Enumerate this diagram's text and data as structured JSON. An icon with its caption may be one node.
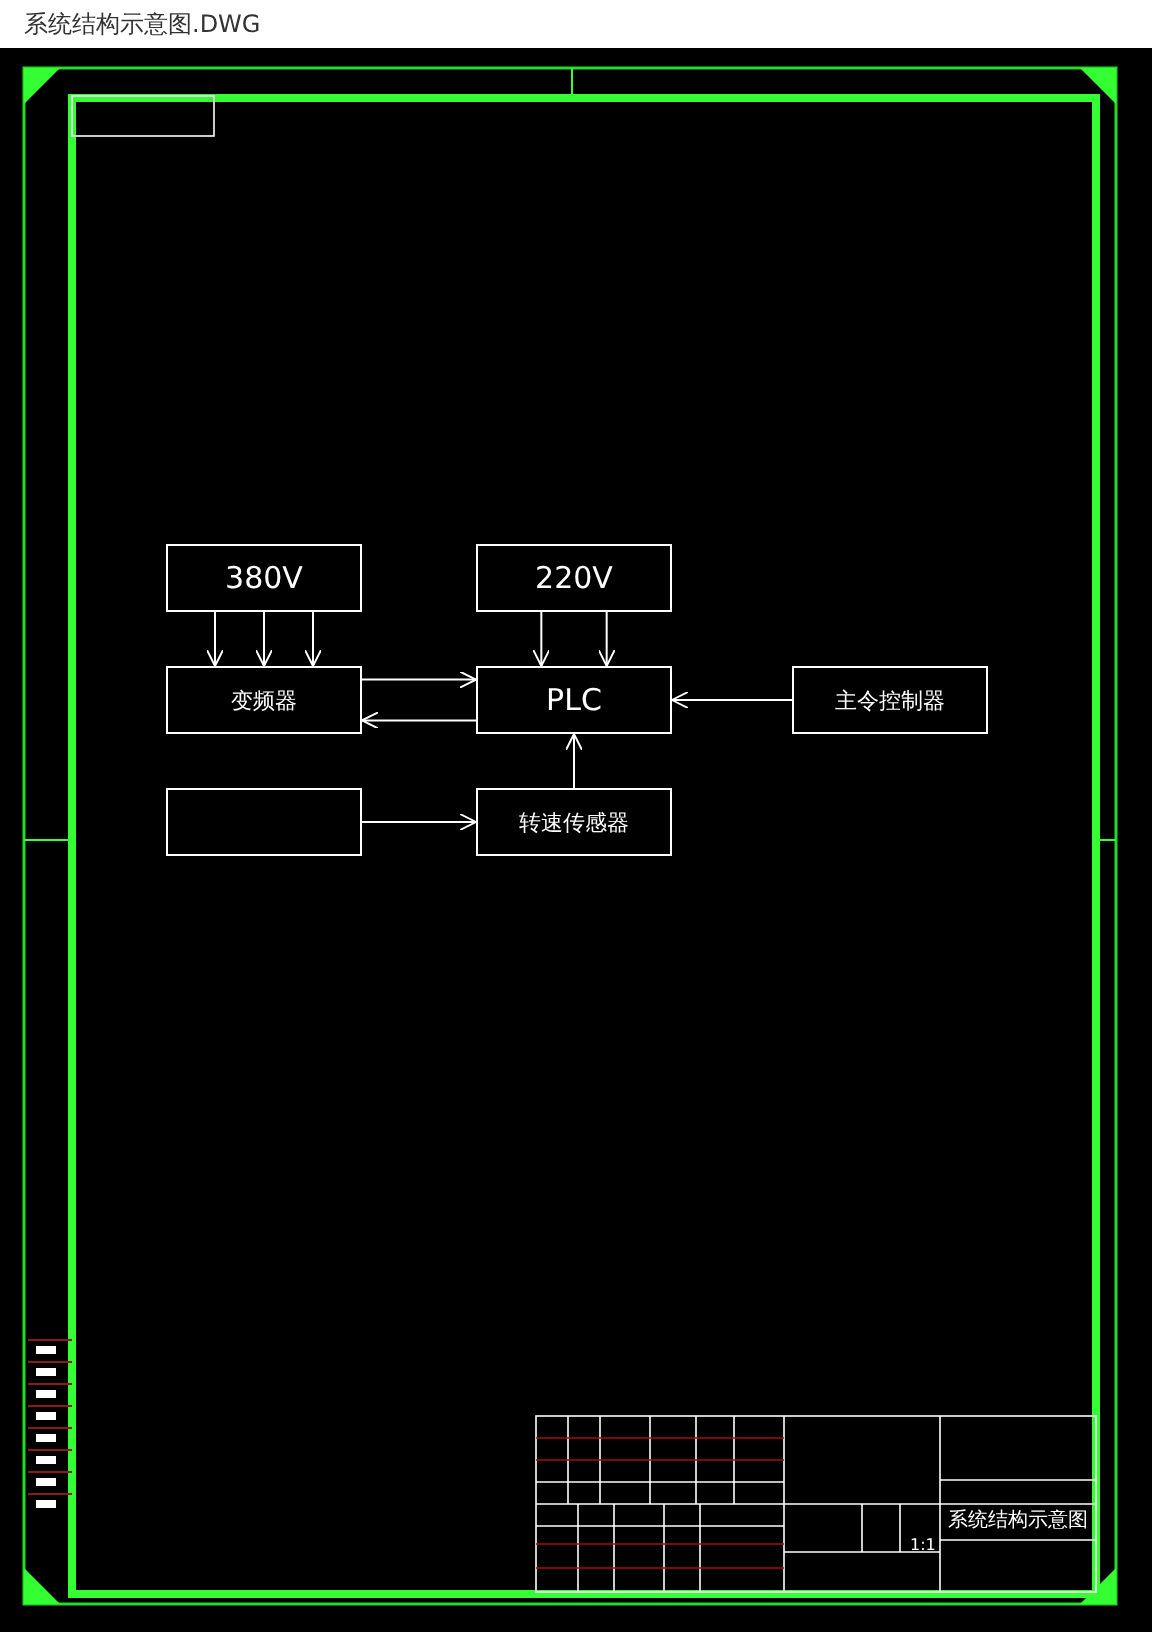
{
  "diagram": {
    "title": "系统结构示意图.DWG",
    "nodes": [
      {
        "text": [
          "380V"
        ]
      },
      {
        "text": [
          "220V"
        ]
      },
      {
        "text": [
          "变频器"
        ]
      },
      {
        "text": [
          "PLC"
        ]
      },
      {
        "text": [
          "主令控制器"
        ]
      },
      {
        "text": [],
        "shape": "box"
      },
      {
        "text": [
          "转速传感器"
        ]
      }
    ],
    "edges": [
      {
        "from": 0,
        "to": 2,
        "arrow": "to"
      },
      {
        "from": 0,
        "to": 2,
        "arrow": "to"
      },
      {
        "from": 0,
        "to": 2,
        "arrow": "to"
      },
      {
        "from": 1,
        "to": 3,
        "arrow": "to"
      },
      {
        "from": 1,
        "to": 3,
        "arrow": "to"
      },
      {
        "from": 2,
        "to": 3,
        "arrow": "to"
      },
      {
        "from": 3,
        "to": 2,
        "arrow": "to"
      },
      {
        "from": 4,
        "to": 3,
        "arrow": "to"
      },
      {
        "from": 6,
        "to": 3,
        "arrow": "to"
      },
      {
        "from": 5,
        "to": 6,
        "arrow": "to"
      }
    ],
    "labels": [
      "系统结构示意图",
      "1:1"
    ]
  }
}
